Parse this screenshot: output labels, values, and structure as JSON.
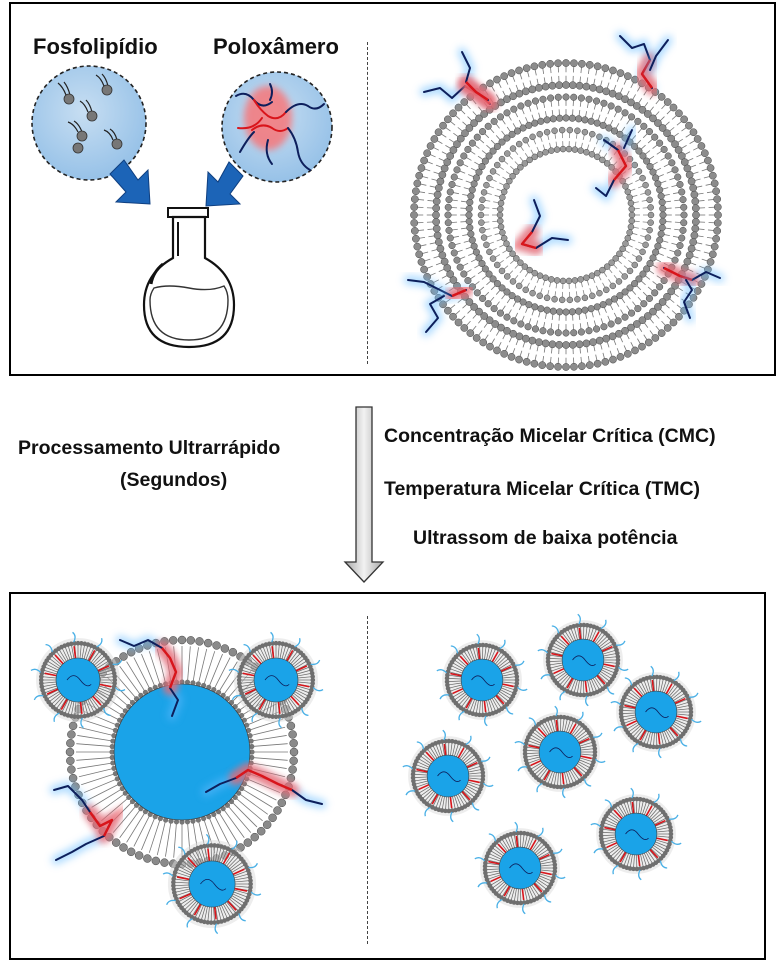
{
  "labels": {
    "phospholipid": "Fosfolipídio",
    "poloxamer": "Poloxâmero"
  },
  "process": {
    "line1": "Processamento Ultrarrápido",
    "line2": "(Segundos)"
  },
  "conditions": [
    "Concentração Micelar Crítica (CMC)",
    "Temperatura Micelar Crítica (TMC)",
    "Ultrassom de baixa potência"
  ],
  "colors": {
    "core_blue": "#1aa3e8",
    "bubble_blue": "#a9cdea",
    "arrow_blue": "#1c64b7",
    "polymer_dark": "#0d1f5c",
    "polymer_red": "#d9151b",
    "glow_red": "#ff5a5a",
    "glow_blue": "#66bbff",
    "head_gray": "#8a8a8a"
  }
}
